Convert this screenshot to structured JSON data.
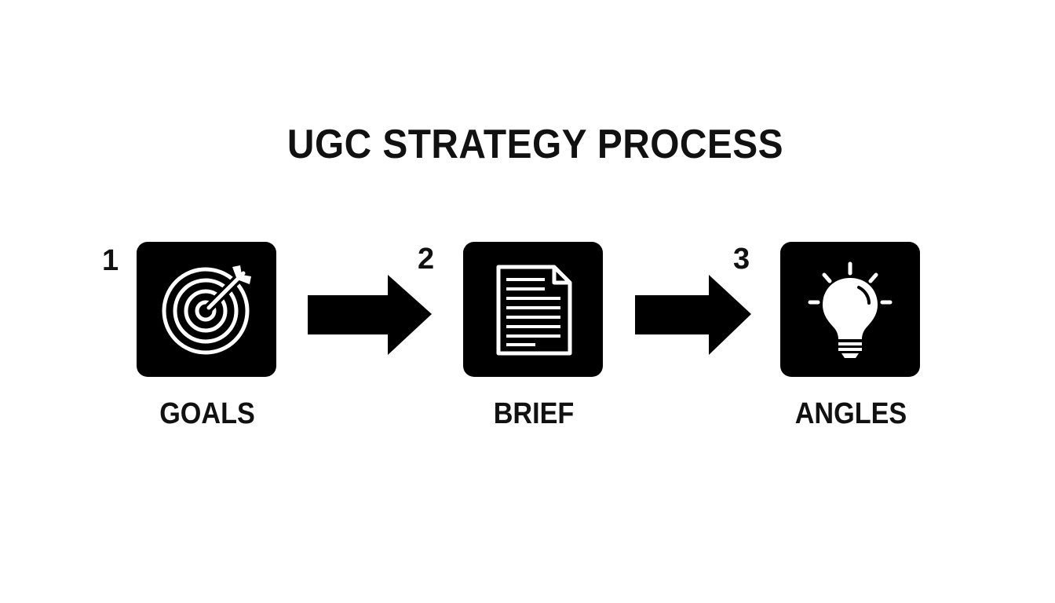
{
  "title": "UGC STRATEGY PROCESS",
  "colors": {
    "tile_bg": "#000000",
    "icon_fg": "#ffffff",
    "text": "#111111",
    "background": "#ffffff"
  },
  "steps": [
    {
      "number": "1",
      "label": "GOALS",
      "icon": "target-with-arrow-icon"
    },
    {
      "number": "2",
      "label": "BRIEF",
      "icon": "document-icon"
    },
    {
      "number": "3",
      "label": "ANGLES",
      "icon": "lightbulb-icon"
    }
  ]
}
